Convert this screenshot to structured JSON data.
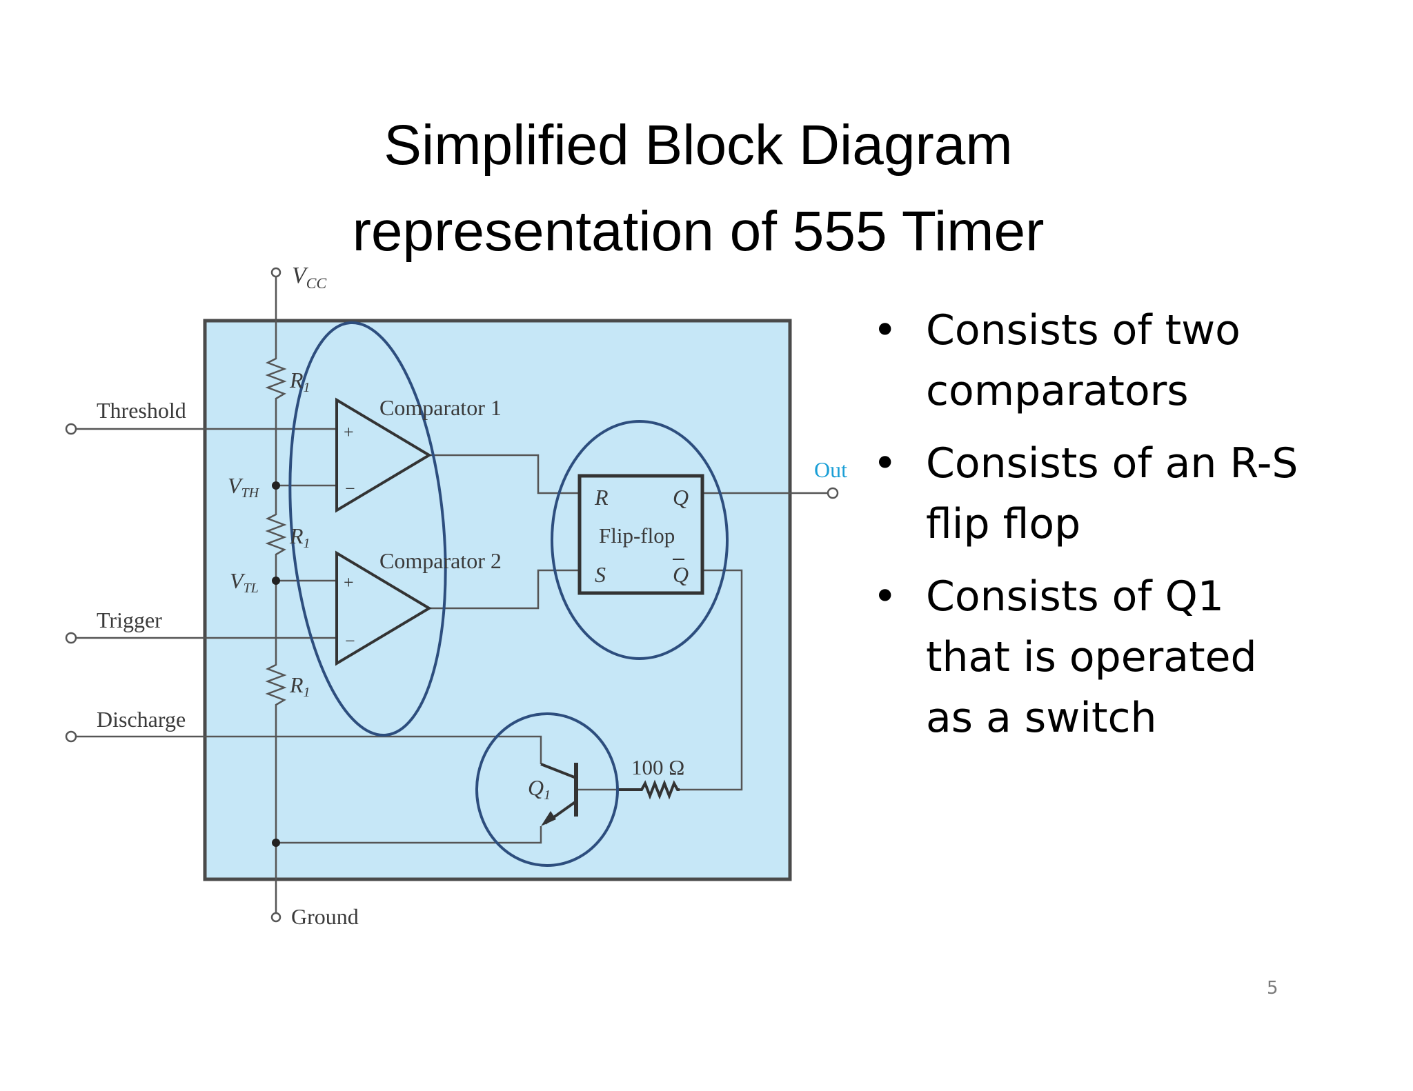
{
  "title": {
    "line1": "Simplified Block Diagram",
    "line2": "representation of 555 Timer"
  },
  "diagram": {
    "pins": {
      "vcc": "V",
      "vcc_sub": "CC",
      "threshold": "Threshold",
      "trigger": "Trigger",
      "discharge": "Discharge",
      "ground": "Ground",
      "out": "Out"
    },
    "divider": {
      "r1_top": "R",
      "r1_mid": "R",
      "r1_bot": "R",
      "r_sub": "1",
      "vth": "V",
      "vth_sub": "TH",
      "vtl": "V",
      "vtl_sub": "TL"
    },
    "comparator1": {
      "label": "Comparator 1",
      "plus": "+",
      "minus": "−"
    },
    "comparator2": {
      "label": "Comparator 2",
      "plus": "+",
      "minus": "−"
    },
    "flipflop": {
      "label": "Flip-flop",
      "r": "R",
      "s": "S",
      "q": "Q",
      "qbar": "Q"
    },
    "transistor": {
      "label": "Q",
      "label_sub": "1"
    },
    "resistor": {
      "label": "100 Ω"
    }
  },
  "bullets": [
    "Consists of two comparators",
    "Consists of an R-S flip flop",
    "Consists of Q1 that is operated as a switch"
  ],
  "page_number": "5",
  "colors": {
    "package_fill": "#c6e7f7",
    "ellipse_stroke": "#2d4e7e",
    "out_label": "#1b9fd6"
  }
}
